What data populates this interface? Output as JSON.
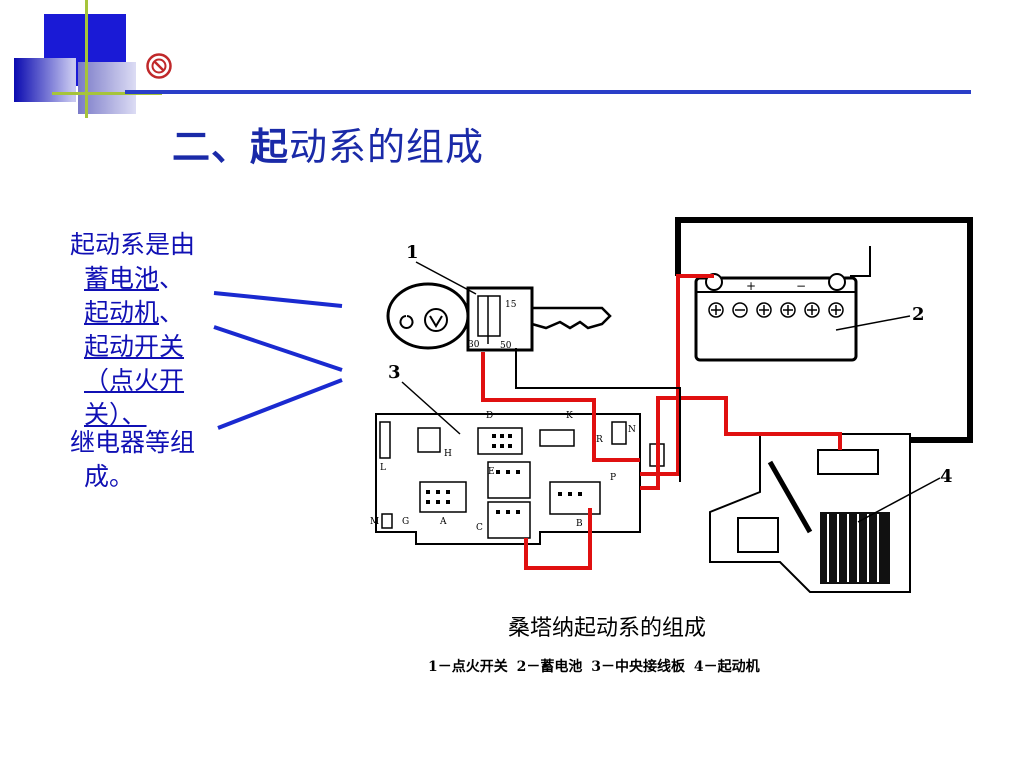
{
  "slide": {
    "title_bold": "二、起",
    "title_rest": "动系的组成"
  },
  "body": {
    "line1": "起动系是由",
    "link_battery": "蓄电池",
    "sep1": "、",
    "link_starter": "起动机",
    "sep2": "、",
    "link_switch_a": "起动开关",
    "link_switch_b": "（点火开",
    "link_switch_c": "关）、",
    "line_relay": "继电器等组",
    "line_end": "成。"
  },
  "figure": {
    "callouts": [
      "1",
      "2",
      "3",
      "4"
    ],
    "battery_plus": "+",
    "battery_minus": "−",
    "terminal_15": "15",
    "terminal_30": "30",
    "terminal_50": "50",
    "board_letters": [
      "D",
      "K",
      "R",
      "N",
      "L",
      "H",
      "E",
      "A",
      "C",
      "B",
      "P",
      "M",
      "G"
    ],
    "caption": "桑塔纳起动系的组成",
    "legend": "1－点火开关  2－蓄电池  3－中央接线板  4－起动机"
  },
  "colors": {
    "title": "#1a2aa8",
    "body_text": "#1010b4",
    "rule": "#2a3ec8",
    "accent_green": "#a6c43a",
    "deco_blue": "#1a1ad6",
    "wire_red": "#e01010"
  }
}
